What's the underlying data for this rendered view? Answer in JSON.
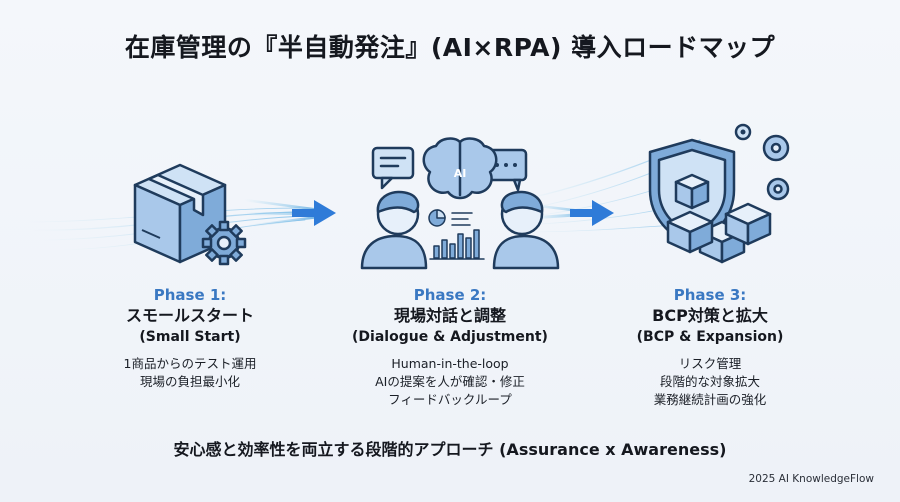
{
  "title": "在庫管理の『半自動発注』(AI×RPA) 導入ロードマップ",
  "phases": [
    {
      "label": "Phase 1:",
      "title": "スモールスタート",
      "subtitle": "(Small Start)",
      "lines": [
        "1商品からのテスト運用",
        "現場の負担最小化"
      ],
      "icon": "box-gear-icon"
    },
    {
      "label": "Phase 2:",
      "title": "現場対話と調整",
      "subtitle": "(Dialogue & Adjustment)",
      "lines": [
        "Human-in-the-loop",
        "AIの提案を人が確認・修正",
        "フィードバックループ"
      ],
      "icon": "people-ai-dialogue-icon",
      "ai_badge": "AI"
    },
    {
      "label": "Phase 3:",
      "title": "BCP対策と拡大",
      "subtitle": "(BCP & Expansion)",
      "lines": [
        "リスク管理",
        "段階的な対象拡大",
        "業務継続計画の強化"
      ],
      "icon": "shield-boxes-icon"
    }
  ],
  "summary": "安心感と効率性を両立する段階的アプローチ (Assurance x Awareness)",
  "credit": "2025 AI KnowledgeFlow",
  "colors": {
    "accent_blue": "#3a78c2",
    "arrow_blue": "#2f7bd8",
    "icon_stroke": "#1f3b5c",
    "icon_fill": "#a9c8ea"
  }
}
